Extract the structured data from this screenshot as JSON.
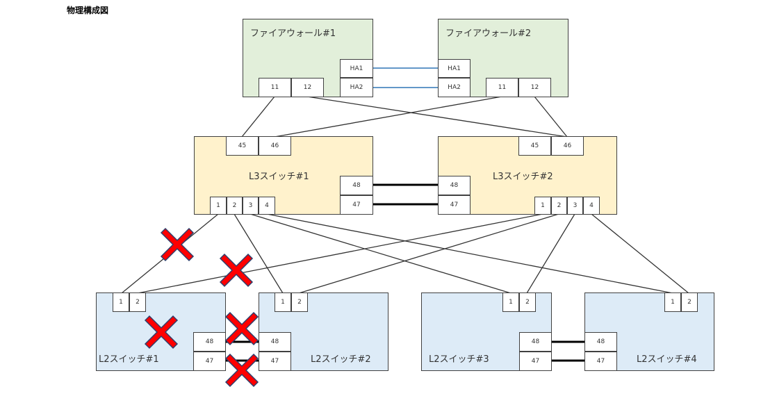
{
  "title": "物理構成図",
  "devices": {
    "fw1": {
      "label": "ファイアウォール#1",
      "ports": {
        "ha1": "HA1",
        "ha2": "HA2",
        "p11": "11",
        "p12": "12"
      }
    },
    "fw2": {
      "label": "ファイアウォール#2",
      "ports": {
        "ha1": "HA1",
        "ha2": "HA2",
        "p11": "11",
        "p12": "12"
      }
    },
    "l3_1": {
      "label": "L3スイッチ#1",
      "ports": {
        "p45": "45",
        "p46": "46",
        "p48": "48",
        "p47": "47",
        "p1": "1",
        "p2": "2",
        "p3": "3",
        "p4": "4"
      }
    },
    "l3_2": {
      "label": "L3スイッチ#2",
      "ports": {
        "p45": "45",
        "p46": "46",
        "p48": "48",
        "p47": "47",
        "p1": "1",
        "p2": "2",
        "p3": "3",
        "p4": "4"
      }
    },
    "l2_1": {
      "label": "L2スイッチ#1",
      "ports": {
        "p1": "1",
        "p2": "2",
        "p48": "48",
        "p47": "47"
      }
    },
    "l2_2": {
      "label": "L2スイッチ#2",
      "ports": {
        "p1": "1",
        "p2": "2",
        "p48": "48",
        "p47": "47"
      }
    },
    "l2_3": {
      "label": "L2スイッチ#3",
      "ports": {
        "p1": "1",
        "p2": "2",
        "p48": "48",
        "p47": "47"
      }
    },
    "l2_4": {
      "label": "L2スイッチ#4",
      "ports": {
        "p1": "1",
        "p2": "2",
        "p48": "48",
        "p47": "47"
      }
    }
  },
  "colors": {
    "firewall_fill": "#e2efda",
    "l3_fill": "#fff2cc",
    "l2_fill": "#ddebf7",
    "ha_link": "#2e75b6",
    "link": "#404040",
    "failure_mark": "#ff0000"
  },
  "icons": [
    "cross-mark-icon"
  ]
}
